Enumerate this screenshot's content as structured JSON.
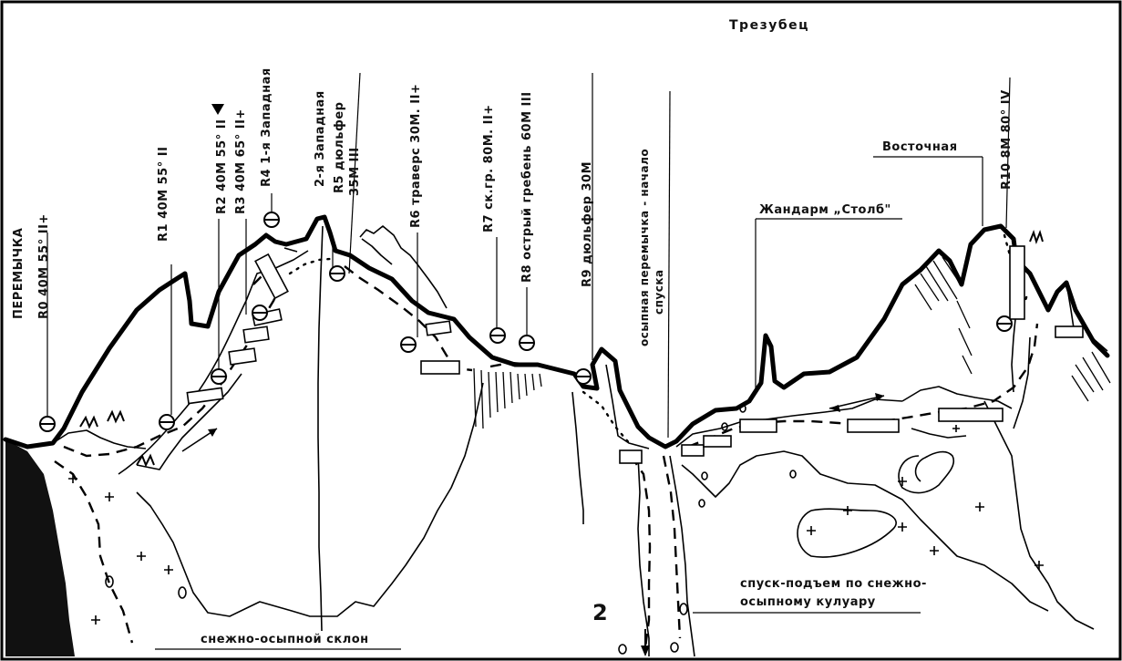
{
  "title": "Трезубец",
  "figure_number": "2",
  "labels": {
    "peremychka": "ПЕРЕМЫЧКА",
    "r0": "R0 40M 55° II+",
    "r1": "R1 40M 55° II",
    "r2": "R2 40M 55° II",
    "r3": "R3 40M 65° II+",
    "r4": "R4 1-я Западная",
    "west2": "2-я Западная",
    "r5a": "R5 дюльфер",
    "r5b": "35M III",
    "r6": "R6 траверс 30M. II+",
    "r7": "R7 ск.гр. 80M. II+",
    "r8": "R8 острый гребень 60M III",
    "r9": "R9 дюльфер 30M",
    "col_a": "осыпная перемычка - начало",
    "col_b": "спуска",
    "zhandarm": "Жандарм „Столб\"",
    "east": "Восточная",
    "r10": "R10 8M 80° IV",
    "slope": "снежно-осыпной склон",
    "couloir_a": "спуск-подъем по снежно-",
    "couloir_b": "осыпному кулуару"
  },
  "colors": {
    "ink": "#000000",
    "paper": "#ffffff"
  }
}
